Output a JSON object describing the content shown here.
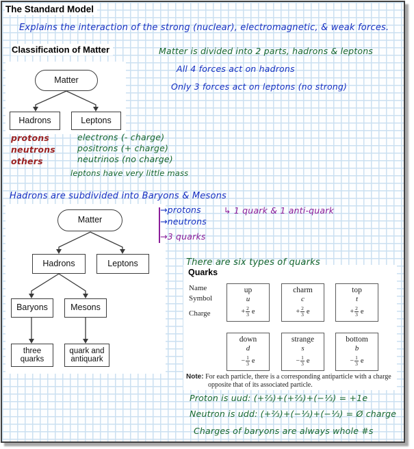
{
  "page": {
    "title": "The Standard Model"
  },
  "ink_colors": {
    "blue": "#1630c2",
    "green": "#17672e",
    "red": "#9b2222",
    "purple": "#8b1d99"
  },
  "notes": {
    "intro": "Explains the interaction of the strong (nuclear), electromagnetic, & weak forces.",
    "matter_divided": "Matter is divided into 2 parts, hadrons & leptons",
    "all_forces": "All 4 forces act on hadrons",
    "only_three": "Only 3 forces act on leptons (no strong)",
    "hadron_examples": [
      "protons",
      "neutrons",
      "others"
    ],
    "lepton_examples": [
      "electrons (- charge)",
      "positrons (+ charge)",
      "neutrinos (no charge)"
    ],
    "lepton_mass": "leptons have very little mass",
    "subdivided": "Hadrons are subdivided into Baryons & Mesons",
    "baryon_notes": [
      "→protons",
      "→neutrons",
      "→3 quarks"
    ],
    "meson_note": "↳ 1 quark & 1 anti-quark",
    "six_types": "There are six types of quarks",
    "proton_eq": "Proton is uud: (+⅔)+(+⅔)+(−⅓) = +1e",
    "neutron_eq": "Neutron is udd: (+⅔)+(−⅓)+(−⅓) = Ø charge",
    "baryon_charge": "Charges of baryons are always whole #s"
  },
  "classification": {
    "heading": "Classification of Matter",
    "tree1": {
      "root": "Matter",
      "children": [
        "Hadrons",
        "Leptons"
      ]
    },
    "tree2": {
      "root": "Matter",
      "level1": [
        "Hadrons",
        "Leptons"
      ],
      "level2": [
        "Baryons",
        "Mesons"
      ],
      "level3": [
        "three quarks",
        "quark and antiquark"
      ]
    }
  },
  "quarks_table": {
    "heading": "Quarks",
    "row_labels": [
      "Name",
      "Symbol",
      "Charge"
    ],
    "unit": "e",
    "items": [
      {
        "name": "up",
        "symbol": "u",
        "sign": "+",
        "num": "2",
        "den": "3"
      },
      {
        "name": "charm",
        "symbol": "c",
        "sign": "+",
        "num": "2",
        "den": "3"
      },
      {
        "name": "top",
        "symbol": "t",
        "sign": "+",
        "num": "2",
        "den": "3"
      },
      {
        "name": "down",
        "symbol": "d",
        "sign": "−",
        "num": "1",
        "den": "3"
      },
      {
        "name": "strange",
        "symbol": "s",
        "sign": "−",
        "num": "1",
        "den": "3"
      },
      {
        "name": "bottom",
        "symbol": "b",
        "sign": "−",
        "num": "1",
        "den": "3"
      }
    ],
    "note_label": "Note:",
    "note_text": "For each particle, there is a corresponding antiparticle with a charge opposite that of its associated particle."
  }
}
